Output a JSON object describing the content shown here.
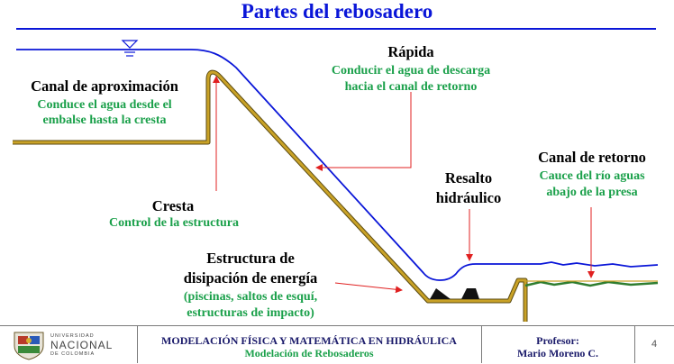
{
  "title": "Partes del rebosadero",
  "labels": {
    "canal_aproximacion": {
      "name": "Canal de aproximación",
      "desc1": "Conduce el agua desde el",
      "desc2": "embalse hasta la cresta"
    },
    "rapida": {
      "name": "Rápida",
      "desc1": "Conducir el agua de descarga",
      "desc2": "hacia el canal de retorno"
    },
    "cresta": {
      "name": "Cresta",
      "desc": "Control de la estructura"
    },
    "resalto": {
      "line1": "Resalto",
      "line2": "hidráulico"
    },
    "canal_retorno": {
      "name": "Canal de retorno",
      "desc1": "Cauce del río aguas",
      "desc2": "abajo de la presa"
    },
    "disipacion": {
      "line1": "Estructura de",
      "line2": "disipación de energía",
      "desc1": "(piscinas, saltos de esquí,",
      "desc2": "estructuras de impacto)"
    }
  },
  "colors": {
    "water_surface": "#0a16d8",
    "structure": "#c9a227",
    "structure_edge": "#5a4a10",
    "return_water": "#2f7d2f",
    "annotation_arrow": "#e02020",
    "description_text": "#1aa04a",
    "footer_text": "#1a1a6a"
  },
  "footer": {
    "university_small": "UNIVERSIDAD",
    "university_big": "NACIONAL",
    "university_country": "DE COLOMBIA",
    "course_title": "MODELACIÓN FÍSICA Y MATEMÁTICA EN HIDRÁULICA",
    "course_subtitle": "Modelación de Rebosaderos",
    "professor_label": "Profesor:",
    "professor_name": "Mario Moreno C.",
    "page_number": "4"
  }
}
